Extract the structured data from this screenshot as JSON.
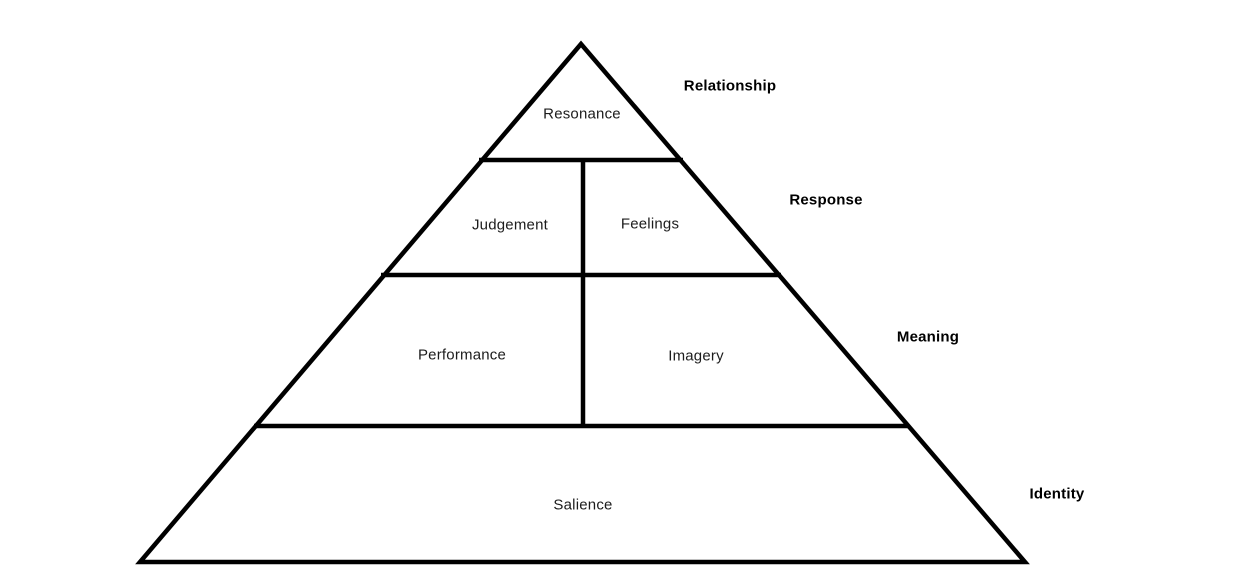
{
  "pyramid_model": {
    "levels": [
      {
        "stage": "Relationship",
        "cells": [
          "Resonance"
        ]
      },
      {
        "stage": "Response",
        "cells": [
          "Judgement",
          "Feelings"
        ]
      },
      {
        "stage": "Meaning",
        "cells": [
          "Performance",
          "Imagery"
        ]
      },
      {
        "stage": "Identity",
        "cells": [
          "Salience"
        ]
      }
    ],
    "colors": {
      "line": "#000000",
      "background": "#ffffff",
      "cell_text": "#1c1c1c",
      "stage_text": "#000000"
    }
  }
}
